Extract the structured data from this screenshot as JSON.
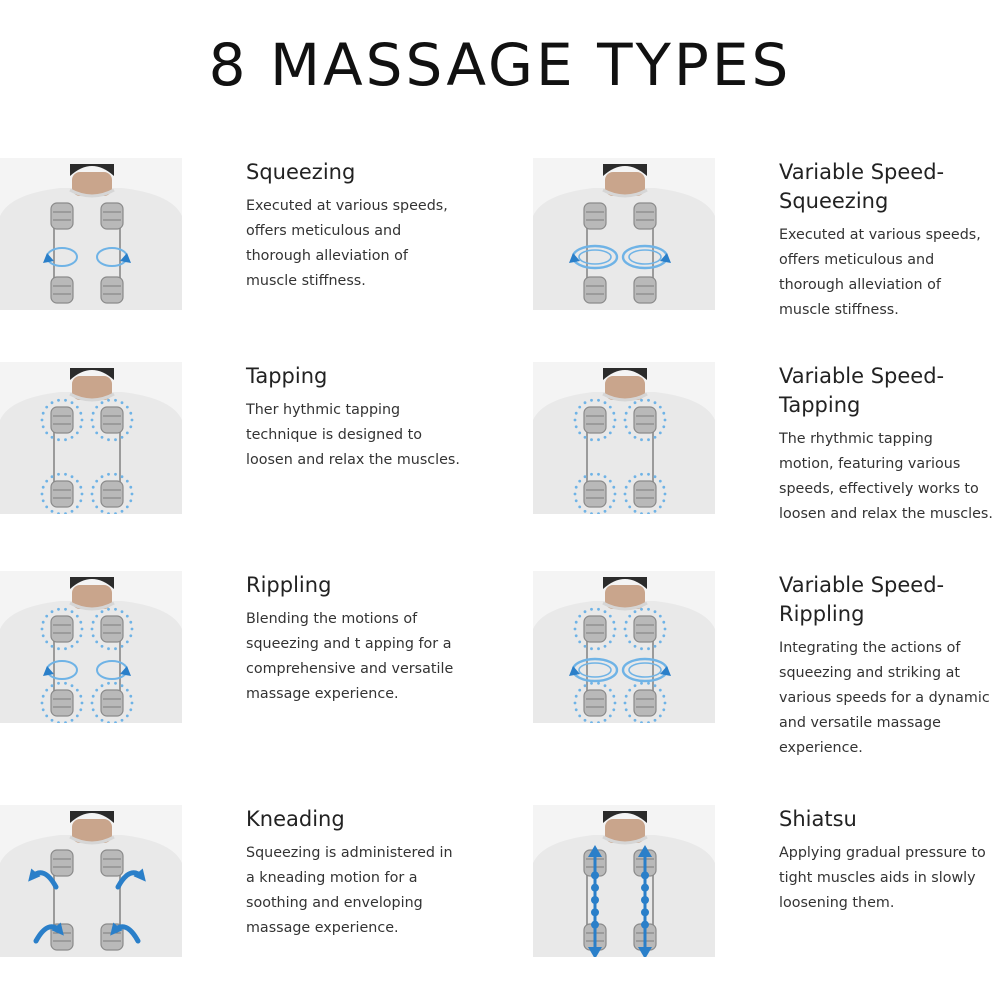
{
  "title": "8 MASSAGE TYPES",
  "items": [
    {
      "title": "Squeezing",
      "description": "Executed at various speeds,\noffers meticulous and\nthorough alleviation of\nmuscle stiffness.",
      "motion": "squeeze",
      "icon": "man-back-squeeze-illustration"
    },
    {
      "title": "Variable Speed-\nSqueezing",
      "description": "Executed at various speeds,\noffers meticulous and\nthorough alleviation of\nmuscle stiffness.",
      "motion": "squeeze-variable",
      "icon": "man-back-variable-squeeze-illustration"
    },
    {
      "title": "Tapping",
      "description": "Ther hythmic tapping\ntechnique is designed to\nloosen and relax the muscles.",
      "motion": "tap",
      "icon": "man-back-tap-illustration"
    },
    {
      "title": "Variable Speed-\nTapping",
      "description": "The rhythmic tapping\nmotion, featuring various\nspeeds, effectively works to\nloosen and relax the muscles.",
      "motion": "tap",
      "icon": "man-back-variable-tap-illustration"
    },
    {
      "title": "Rippling",
      "description": "Blending the motions of\nsqueezing and t apping for a\ncomprehensive and versatile\nmassage experience.",
      "motion": "ripple",
      "icon": "man-back-ripple-illustration"
    },
    {
      "title": "Variable Speed-\nRippling",
      "description": "Integrating the actions of\nsqueezing and striking at\nvarious speeds for a dynamic\nand versatile massage\nexperience.",
      "motion": "ripple-variable",
      "icon": "man-back-variable-ripple-illustration"
    },
    {
      "title": "Kneading",
      "description": "Squeezing is administered in\na kneading motion for a\nsoothing and enveloping\nmassage experience.",
      "motion": "knead",
      "icon": "man-back-knead-illustration"
    },
    {
      "title": "Shiatsu",
      "description": "Applying gradual pressure to\ntight muscles aids in slowly\nloosening them.",
      "motion": "shiatsu",
      "icon": "man-back-shiatsu-illustration"
    }
  ],
  "colors": {
    "accent": "#2a7fc9",
    "accent_light": "#6fb3e6",
    "shirt": "#e9e9e9",
    "background": "#ffffff"
  }
}
